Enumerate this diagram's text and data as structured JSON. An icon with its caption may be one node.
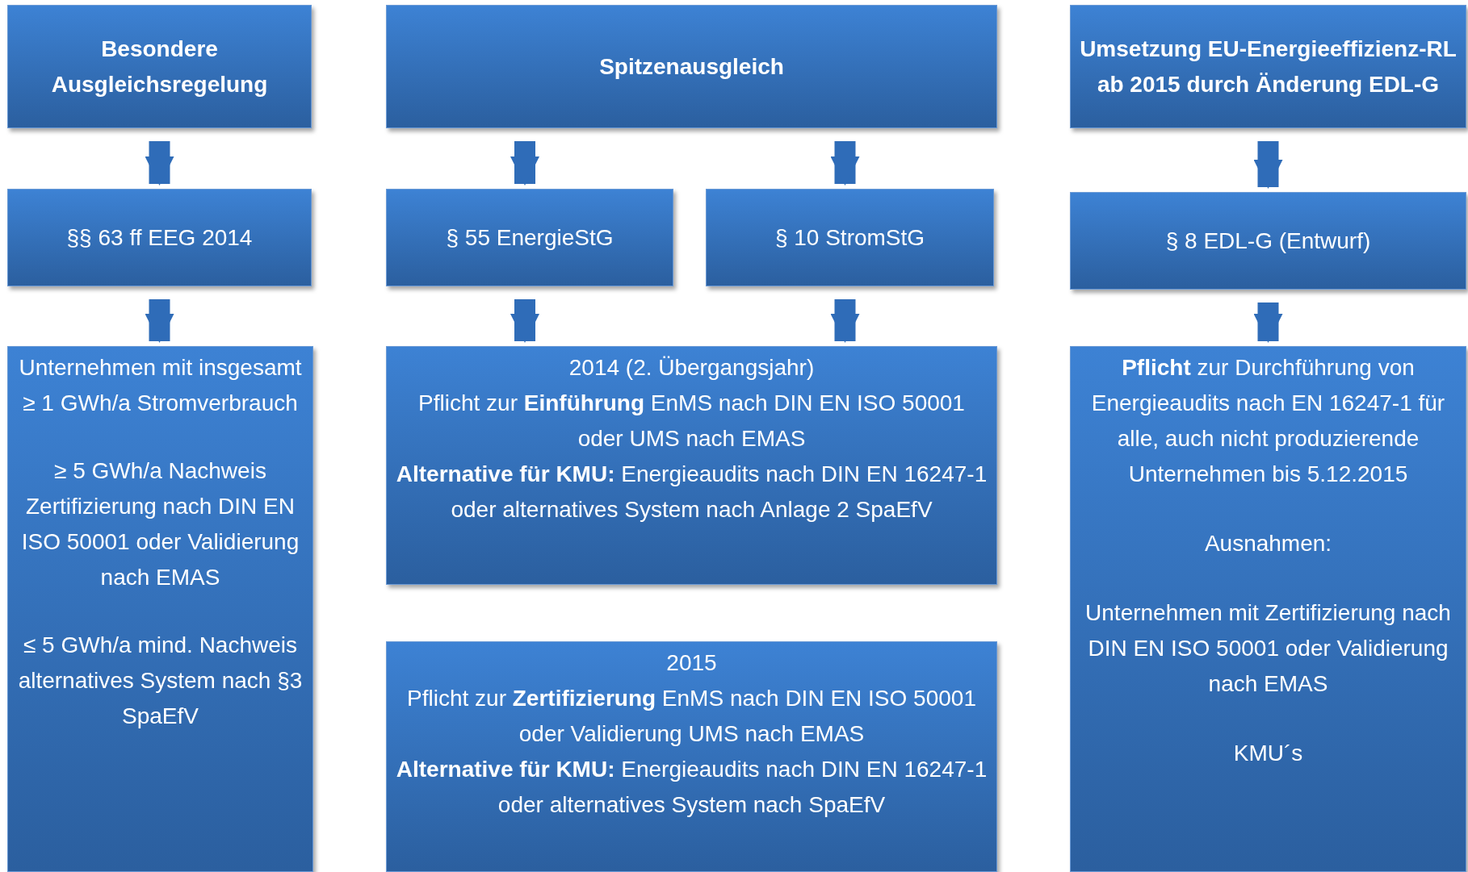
{
  "diagram": {
    "nodes": [
      {
        "text": [
          "Besondere Ausgleichsregelung"
        ]
      },
      {
        "text": [
          "Spitzenausgleich"
        ]
      },
      {
        "text": [
          "Umsetzung EU-Energieeffizienz-RL ab 2015 durch Änderung EDL-G"
        ]
      },
      {
        "text": [
          "§§ 63 ff EEG 2014"
        ]
      },
      {
        "text": [
          "§ 55 EnergieStG"
        ]
      },
      {
        "text": [
          "§ 10 StromStG"
        ]
      },
      {
        "text": [
          "§ 8 EDL-G (Entwurf)"
        ]
      },
      {
        "text": [
          "Unternehmen mit insgesamt ≥ 1 GWh/a Stromverbrauch",
          "≥ 5 GWh/a Nachweis Zertifizierung nach DIN EN ISO 50001 oder Validierung nach EMAS",
          "≤ 5 GWh/a mind. Nachweis alternatives System nach §3 SpaEfV"
        ]
      },
      {
        "text": [
          "2014 (2. Übergangsjahr)",
          "Pflicht zur **Einführung** EnMS nach DIN EN ISO 50001 oder UMS nach EMAS",
          "**Alternative für KMU:** Energieaudits nach DIN EN 16247-1  oder alternatives System nach Anlage 2 SpaEfV"
        ]
      },
      {
        "text": [
          "2015",
          "Pflicht zur **Zertifizierung** EnMS nach DIN EN ISO 50001 oder Validierung UMS nach EMAS",
          "**Alternative für KMU:** Energieaudits nach DIN EN 16247-1 oder alternatives System nach SpaEfV"
        ]
      },
      {
        "text": [
          "**Pflicht** zur Durchführung von Energieaudits nach EN 16247-1 für alle, auch nicht produzierende Unternehmen bis 5.12.2015",
          "Ausnahmen:",
          "Unternehmen  mit Zertifizierung nach DIN EN ISO 50001 oder Validierung nach EMAS",
          "KMU´s"
        ]
      }
    ],
    "edges": [
      {
        "from": 0,
        "to": 3,
        "arrow": "to"
      },
      {
        "from": 3,
        "to": 7,
        "arrow": "to"
      },
      {
        "from": 1,
        "to": 4,
        "arrow": "to"
      },
      {
        "from": 1,
        "to": 5,
        "arrow": "to"
      },
      {
        "from": 4,
        "to": 8,
        "arrow": "to"
      },
      {
        "from": 5,
        "to": 8,
        "arrow": "to"
      },
      {
        "from": 2,
        "to": 6,
        "arrow": "to"
      },
      {
        "from": 6,
        "to": 10,
        "arrow": "to"
      }
    ]
  }
}
